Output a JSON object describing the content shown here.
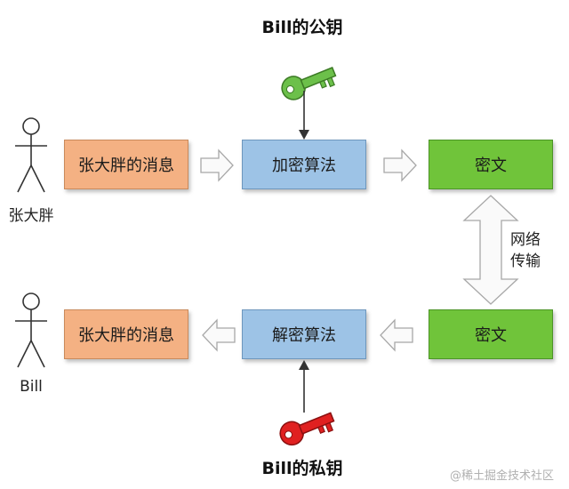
{
  "top_key_label": "Bill的公钥",
  "bottom_key_label": "Bill的私钥",
  "sender": {
    "name": "张大胖",
    "message_box": "张大胖的消息",
    "encrypt_box": "加密算法",
    "ciphertext_box": "密文"
  },
  "receiver": {
    "name": "Bill",
    "message_box": "张大胖的消息",
    "decrypt_box": "解密算法",
    "ciphertext_box": "密文"
  },
  "network_label_line1": "网络",
  "network_label_line2": "传输",
  "watermark": "@稀土掘金技术社区",
  "colors": {
    "message_box": "#f4b183",
    "algorithm_box": "#9dc3e6",
    "ciphertext_box": "#70c43a",
    "public_key": "#6cc04a",
    "private_key": "#e02020"
  }
}
